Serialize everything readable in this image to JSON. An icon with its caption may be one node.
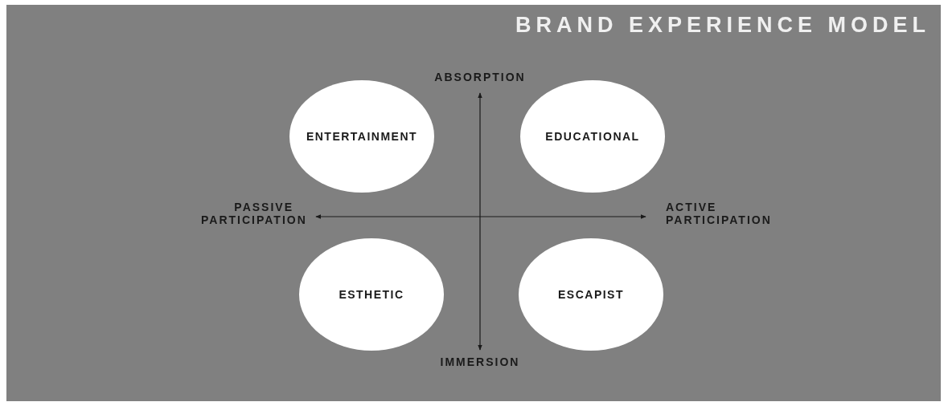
{
  "diagram": {
    "title": "BRAND EXPERIENCE MODEL",
    "nodes": [
      {
        "text": [
          "ENTERTAINMENT"
        ]
      },
      {
        "text": [
          "EDUCATIONAL"
        ]
      },
      {
        "text": [
          "ESTHETIC"
        ]
      },
      {
        "text": [
          "ESCAPIST"
        ]
      }
    ],
    "labels": [
      "ABSORPTION",
      "PASSIVE PARTICIPATION",
      "ACTIVE PARTICIPATION",
      "IMMERSION"
    ]
  }
}
